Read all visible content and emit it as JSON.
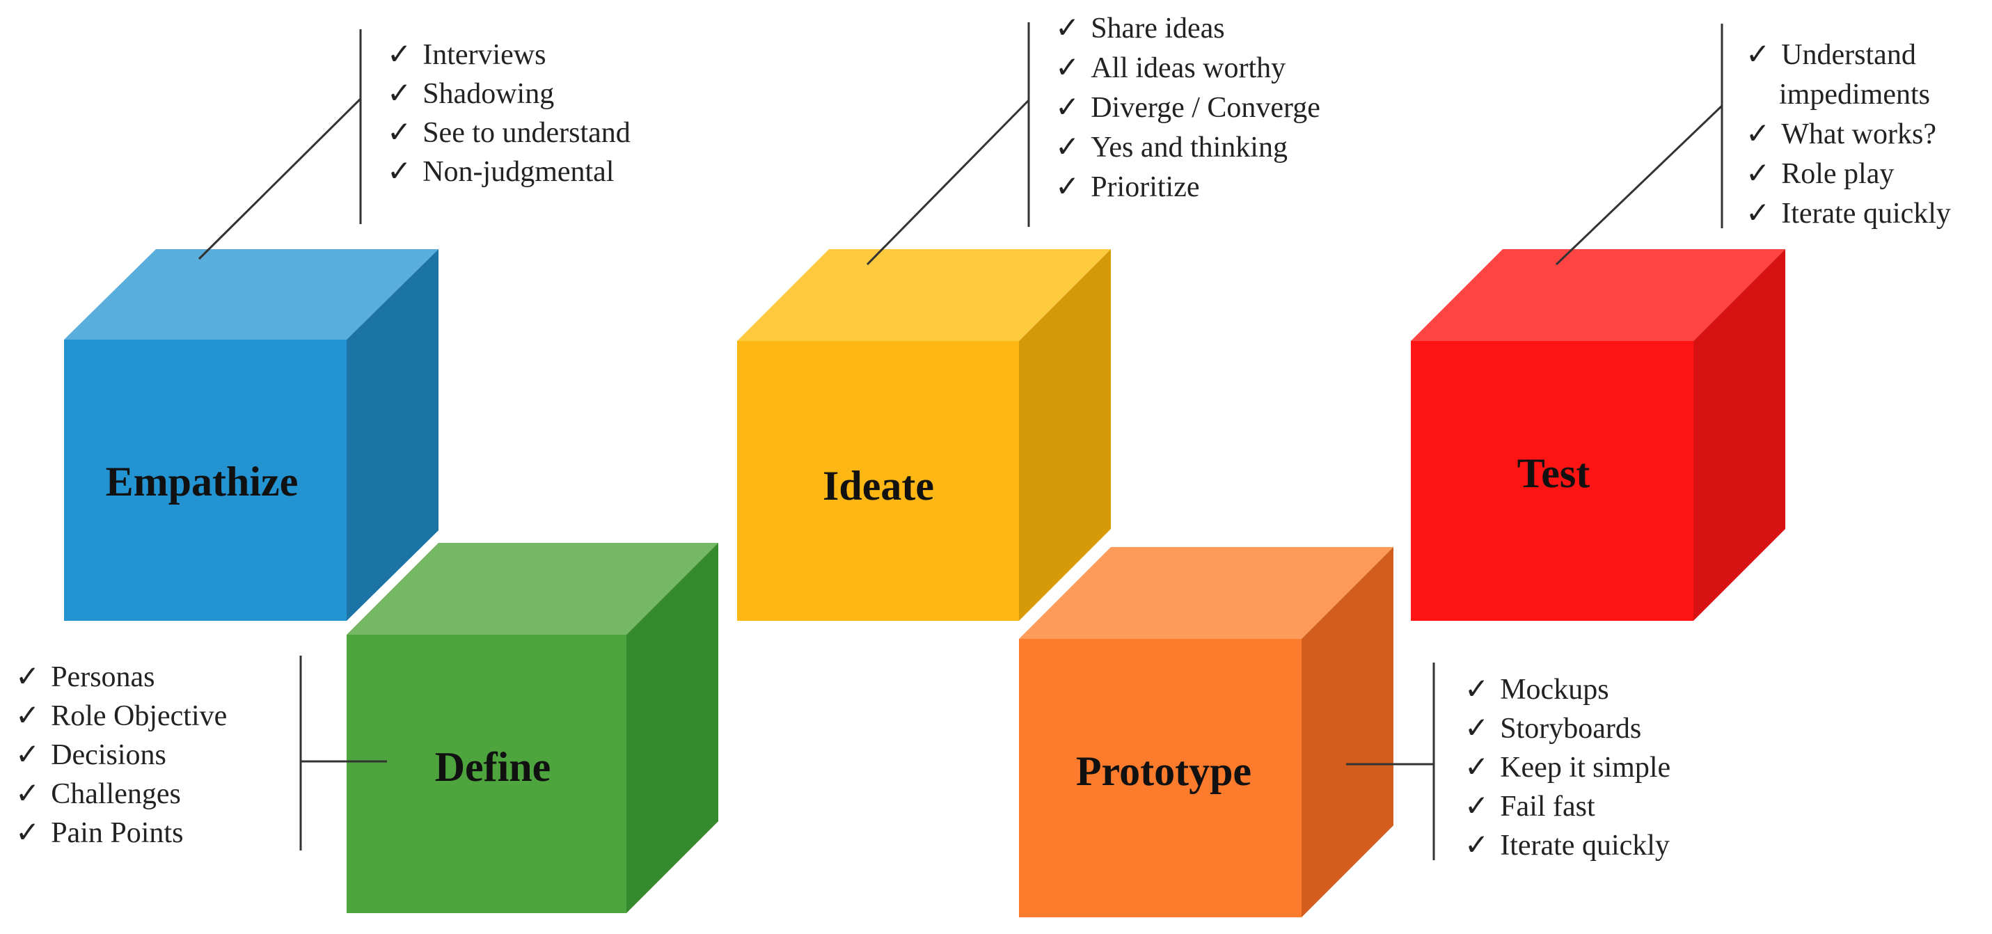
{
  "colors": {
    "empathize": {
      "front": "#2394d1",
      "top": "#5aaedc",
      "side": "#1c73a6"
    },
    "define": {
      "front": "#4ea53e",
      "top": "#74b866",
      "side": "#358a2e"
    },
    "ideate": {
      "front": "#fdb714",
      "top": "#fdc93e",
      "side": "#d69a08"
    },
    "prototype": {
      "front": "#fc7b2c",
      "top": "#fe9a5a",
      "side": "#d35d1c"
    },
    "test": {
      "front": "#ff1414",
      "top": "#ff4444",
      "side": "#d61212"
    }
  },
  "stages": {
    "empathize": {
      "title": "Empathize",
      "items": [
        "Interviews",
        "Shadowing",
        "See to understand",
        "Non-judgmental"
      ]
    },
    "define": {
      "title": "Define",
      "items": [
        "Personas",
        "Role Objective",
        "Decisions",
        "Challenges",
        "Pain Points"
      ]
    },
    "ideate": {
      "title": "Ideate",
      "items": [
        "Share ideas",
        "All ideas worthy",
        "Diverge / Converge",
        "Yes and thinking",
        "Prioritize"
      ]
    },
    "prototype": {
      "title": "Prototype",
      "items": [
        "Mockups",
        "Storyboards",
        "Keep it simple",
        "Fail fast",
        "Iterate quickly"
      ]
    },
    "test": {
      "title": "Test",
      "items": [
        "Understand",
        "impediments",
        "What works?",
        "Role play",
        "Iterate quickly"
      ]
    }
  },
  "check_mark": "✓"
}
